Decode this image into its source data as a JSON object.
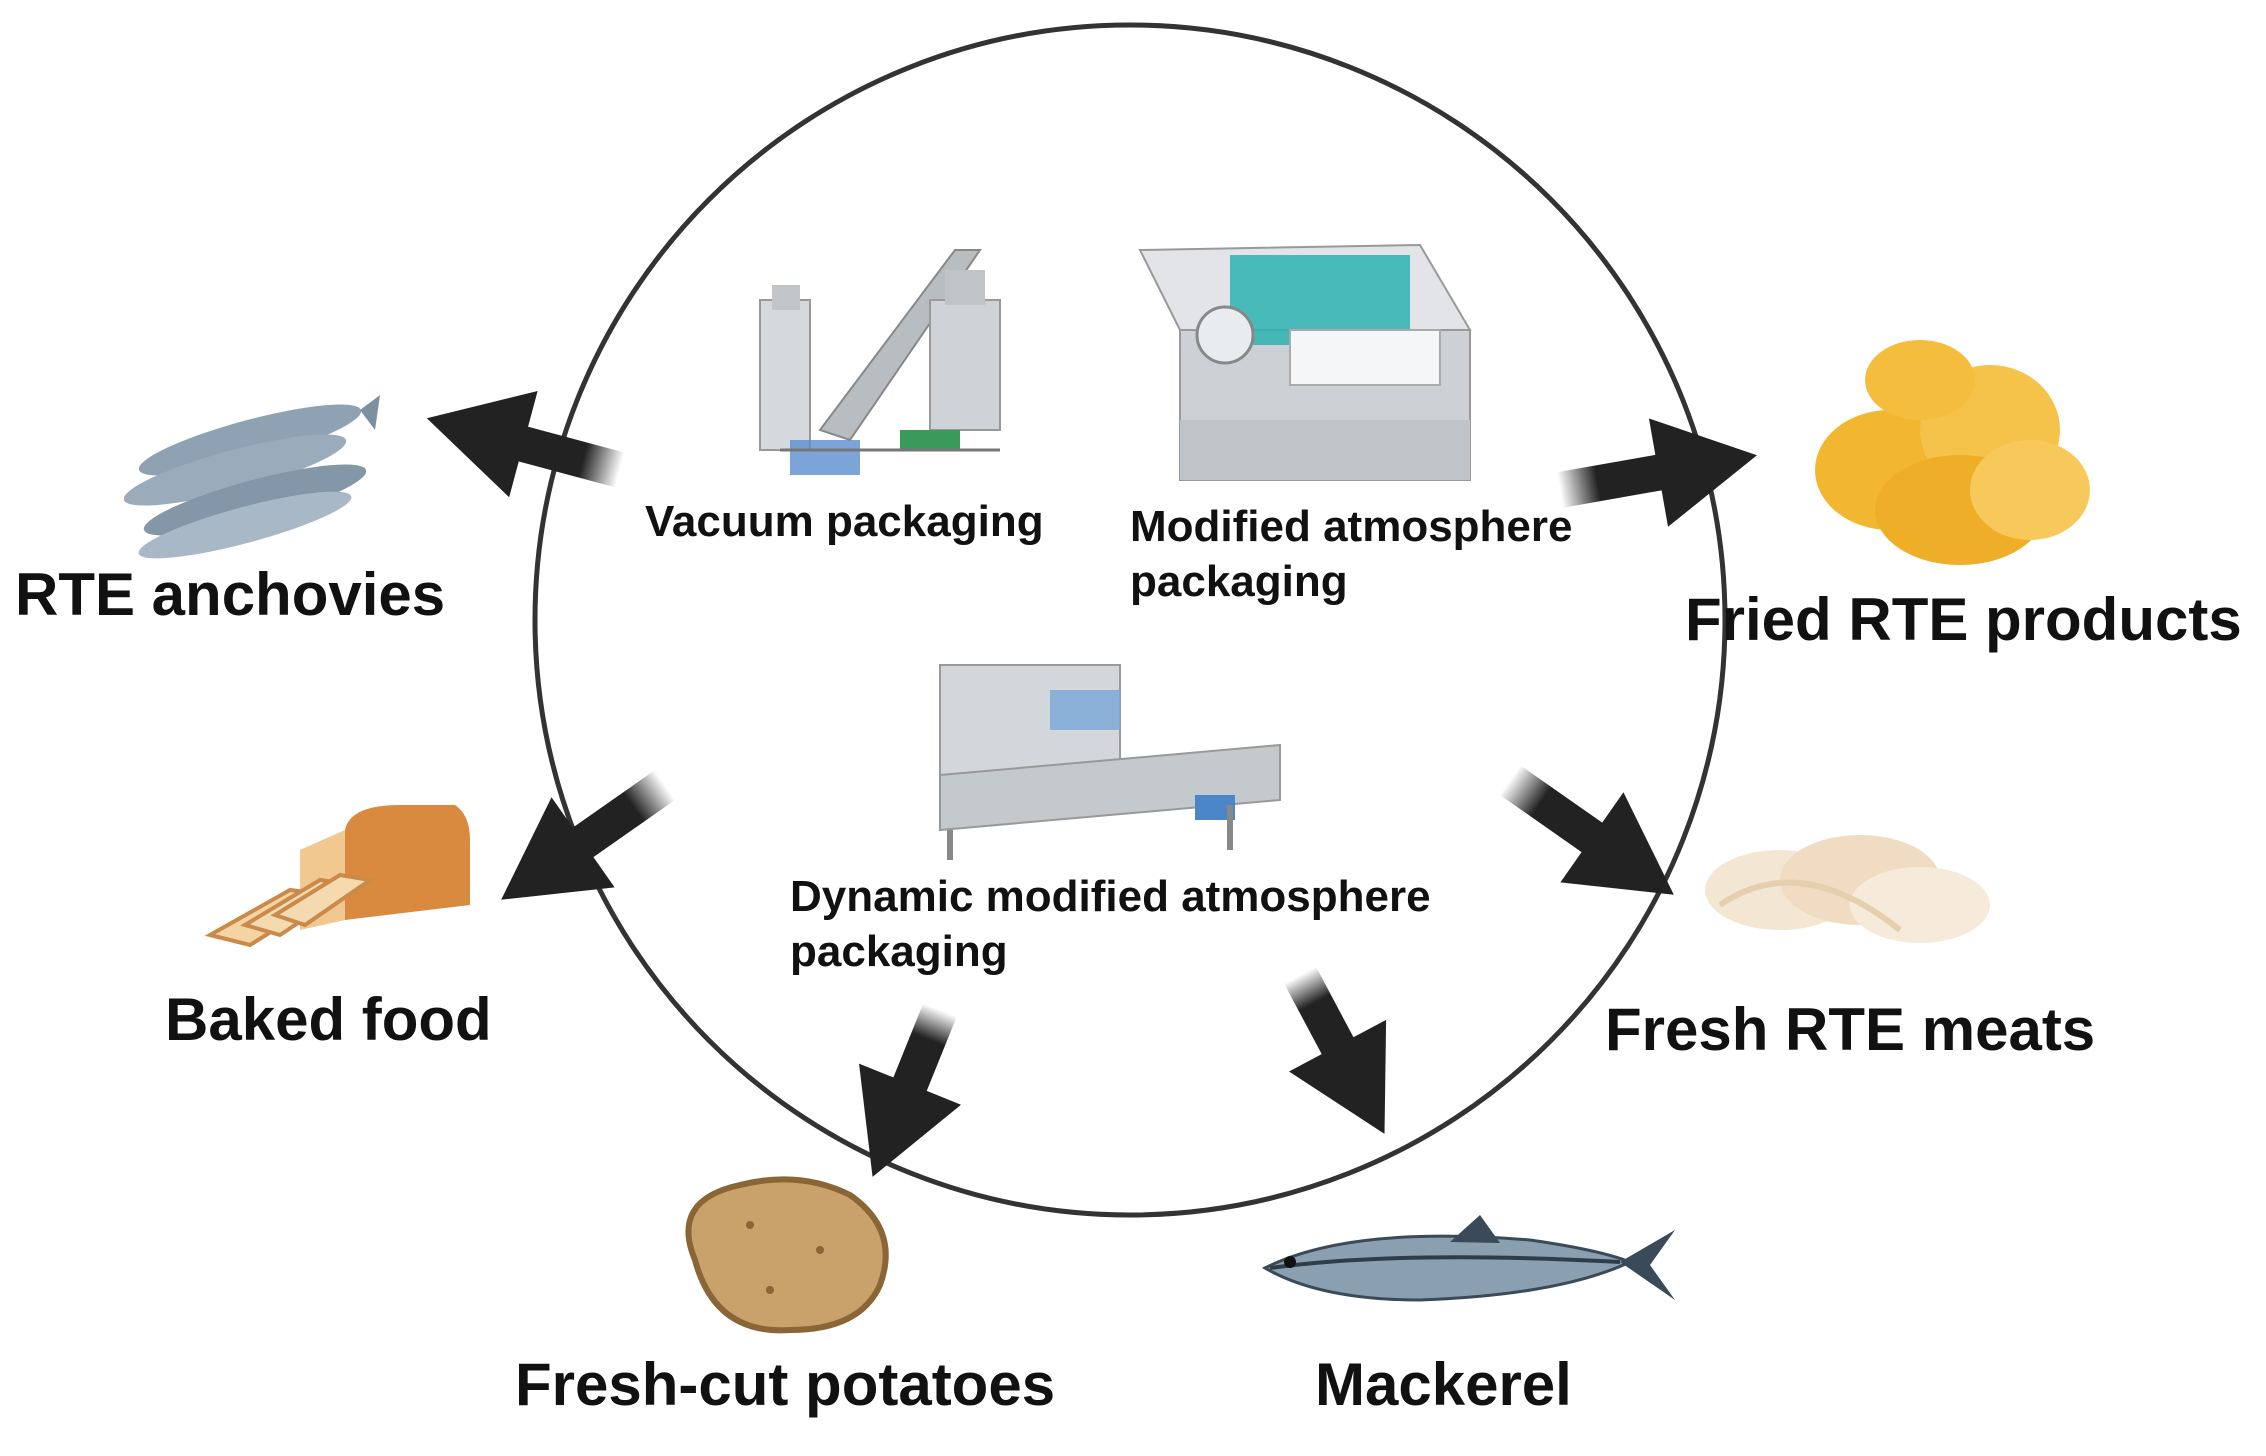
{
  "methods": {
    "vacuum": "Vacuum  packaging",
    "map_line1": "Modified atmosphere",
    "map_line2": "packaging",
    "dmap_line1": "Dynamic modified atmosphere",
    "dmap_line2": "packaging"
  },
  "products": {
    "anchovies": "RTE anchovies",
    "fried": "Fried RTE products",
    "baked": "Baked food",
    "meats": "Fresh RTE meats",
    "potatoes": "Fresh-cut potatoes",
    "mackerel": "Mackerel"
  },
  "colors": {
    "arrow": "#222222",
    "circle": "#333333",
    "chips": "#f2b630",
    "potato": "#c8a26a",
    "bread": "#e8a25a",
    "fish": "#8fa2b3",
    "meat": "#f3e6d2",
    "machine": "#c9cdd2",
    "teal": "#2bb3b0"
  },
  "icons": [
    "vacuum-packaging-machine-icon",
    "map-machine-icon",
    "dmap-machine-icon",
    "anchovies-icon",
    "potato-chips-icon",
    "bread-loaf-icon",
    "meat-shreds-icon",
    "potato-icon",
    "mackerel-icon"
  ]
}
